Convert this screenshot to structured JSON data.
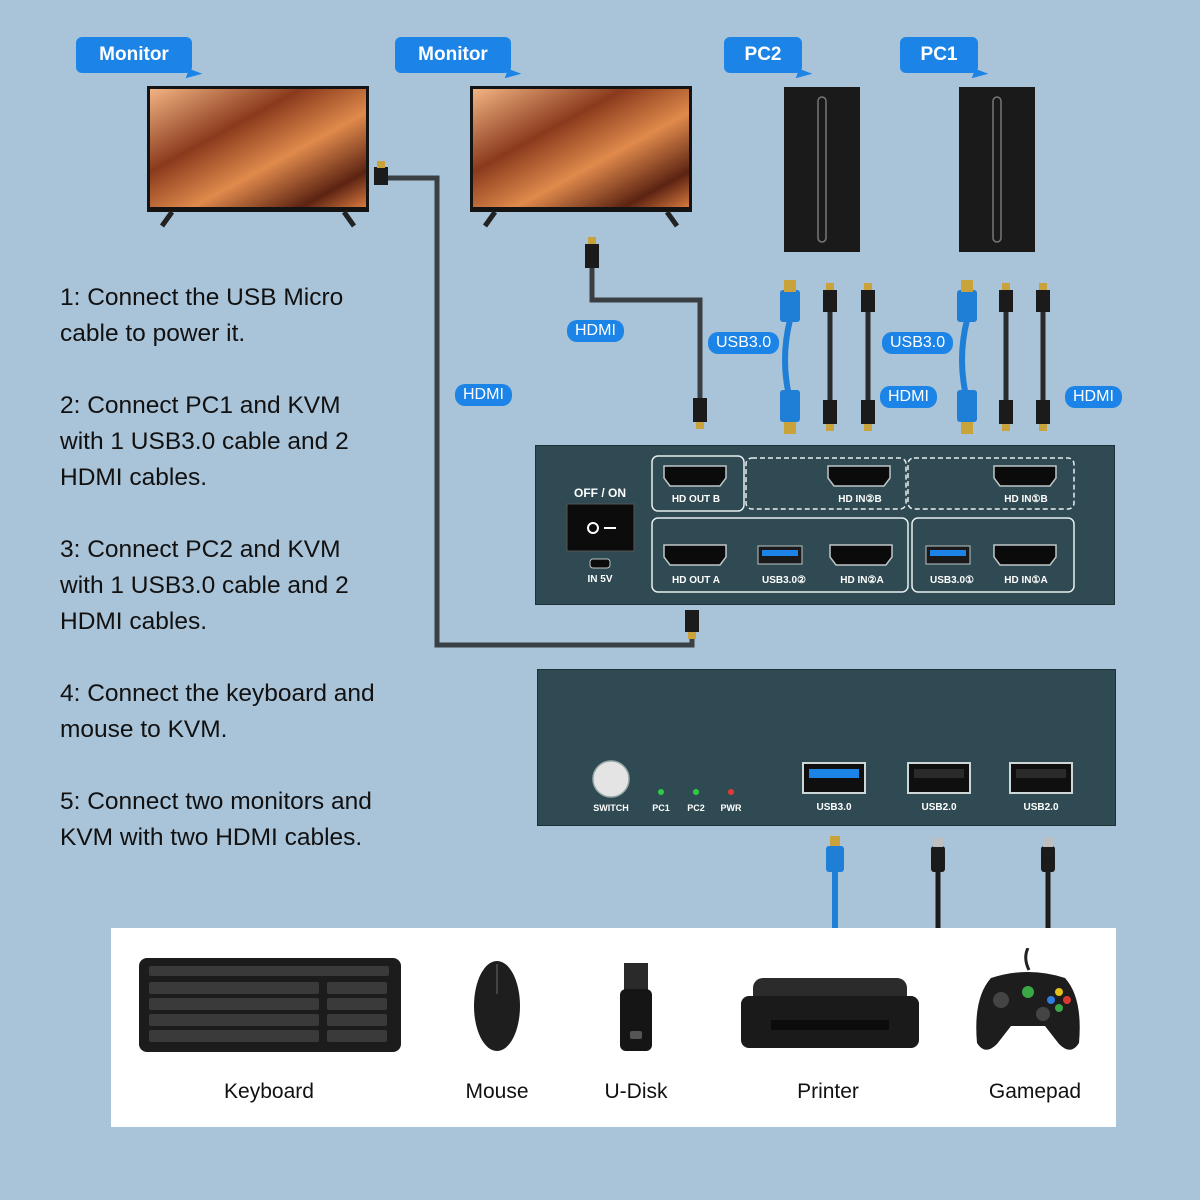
{
  "tags": {
    "monitor_1": "Monitor",
    "monitor_2": "Monitor",
    "pc2": "PC2",
    "pc1": "PC1"
  },
  "cable_tags": {
    "hdmi_left": "HDMI",
    "hdmi_out_b": "HDMI",
    "usb_pc2": "USB3.0",
    "hdmi_pc2": "HDMI",
    "usb_pc1": "USB3.0",
    "hdmi_pc1": "HDMI"
  },
  "steps": [
    "1: Connect the USB Micro cable to power it.",
    "2: Connect PC1 and KVM with 1 USB3.0 cable and 2 HDMI cables.",
    "3: Connect PC2 and KVM with 1 USB3.0 cable and 2 HDMI cables.",
    "4: Connect the keyboard and mouse to KVM.",
    "5: Connect two monitors and KVM with two HDMI cables."
  ],
  "rear_panel": {
    "switch_label": "OFF / ON",
    "power_port": "IN 5V",
    "hd_out_b": "HD OUT B",
    "hd_in_2_b": "HD IN②B",
    "hd_in_1_b": "HD IN①B",
    "hd_out_a": "HD OUT A",
    "usb3_2": "USB3.0②",
    "hd_in_2_a": "HD IN②A",
    "usb3_1": "USB3.0①",
    "hd_in_1_a": "HD IN①A"
  },
  "front_panel": {
    "switch": "SWITCH",
    "led_pc1": "PC1",
    "led_pc2": "PC2",
    "led_pwr": "PWR",
    "usb30": "USB3.0",
    "usb20_a": "USB2.0",
    "usb20_b": "USB2.0"
  },
  "devices": {
    "keyboard": "Keyboard",
    "mouse": "Mouse",
    "udisk": "U-Disk",
    "printer": "Printer",
    "gamepad": "Gamepad"
  },
  "colors": {
    "background": "#a9c3d8",
    "accent_blue": "#1b84e6",
    "kvm_body": "#2f4a52",
    "led_green": "#2ecc40",
    "led_red": "#e53935"
  }
}
